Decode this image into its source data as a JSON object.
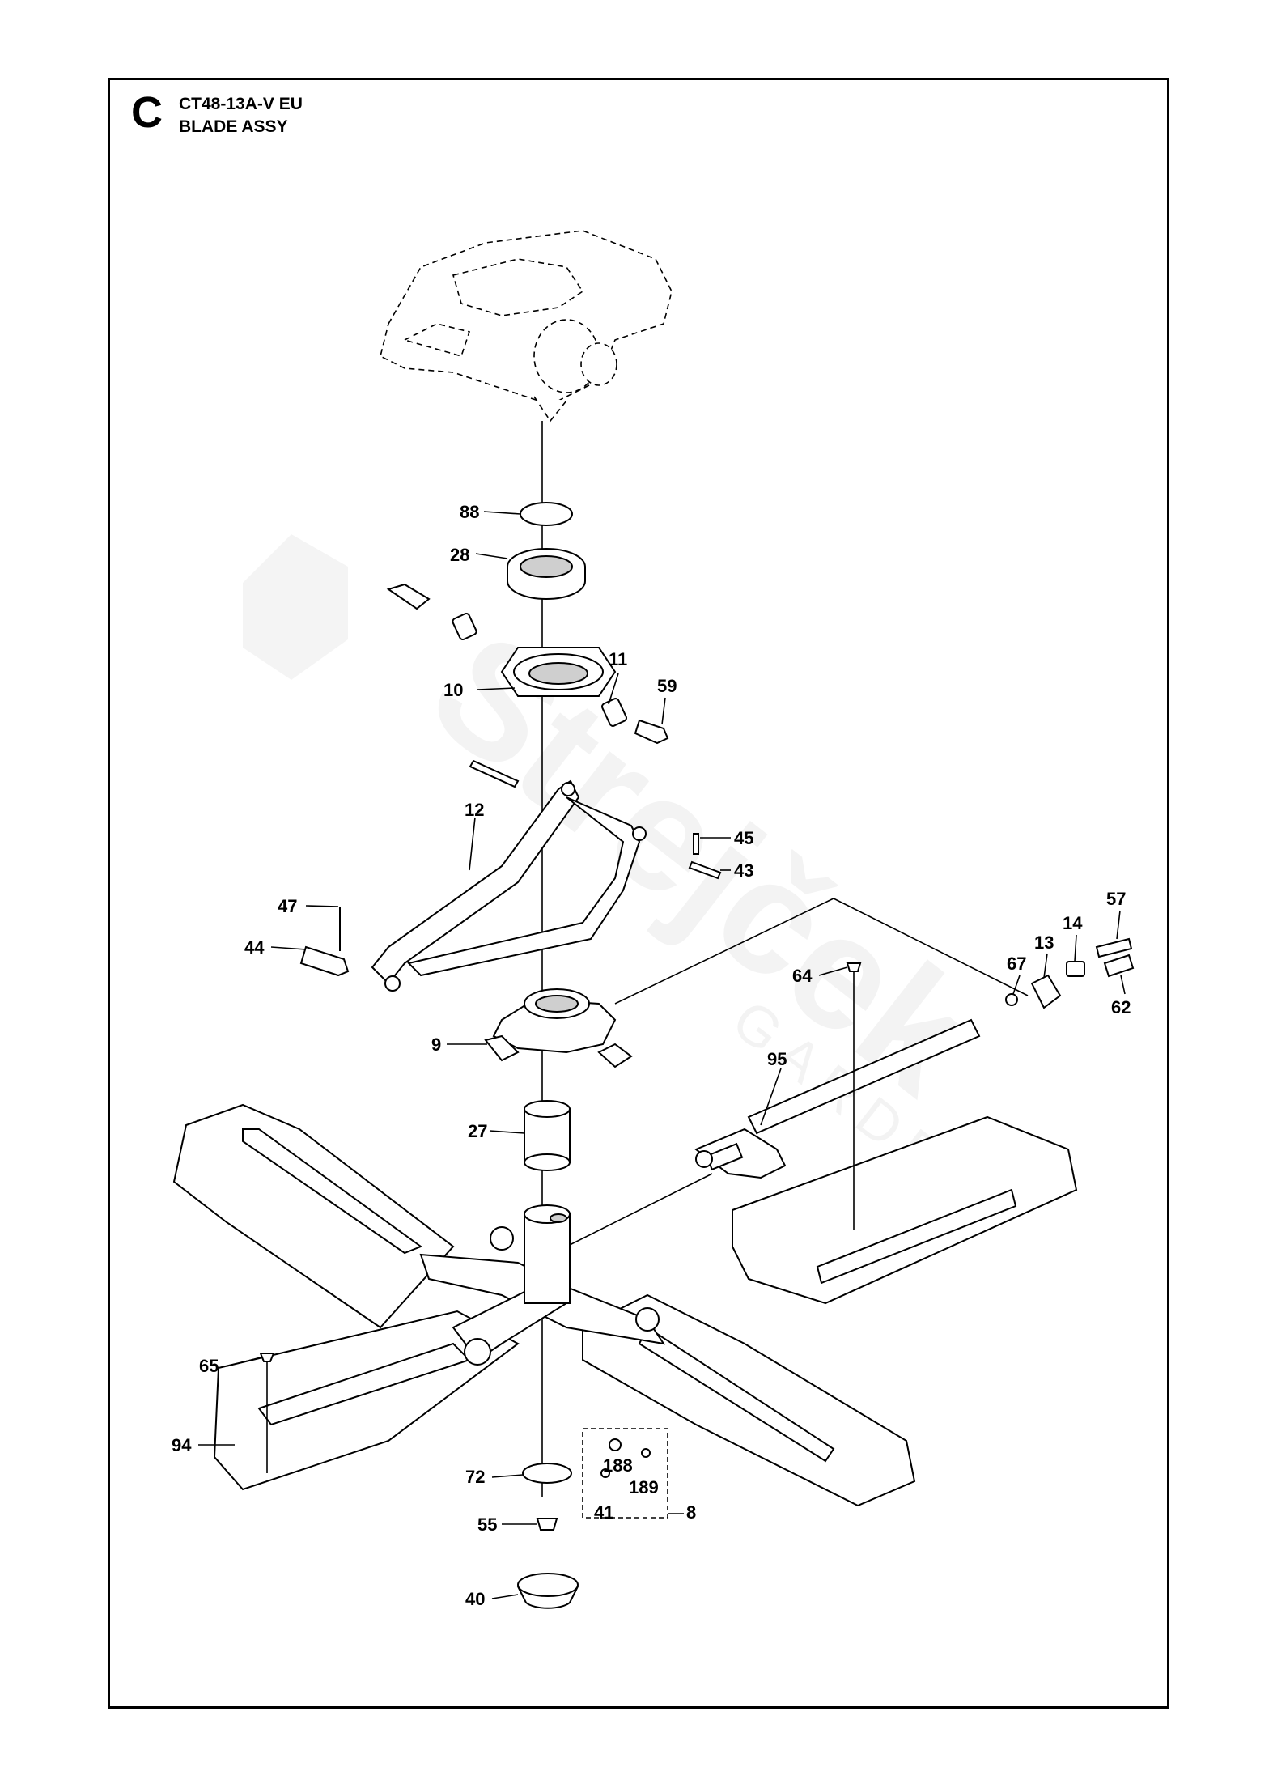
{
  "header": {
    "section_letter": "C",
    "model": "CT48-13A-V EU",
    "assembly": "BLADE ASSY"
  },
  "watermark": {
    "text": "Strejček",
    "subtext": "GARDEN"
  },
  "callouts": [
    "88",
    "28",
    "11",
    "10",
    "59",
    "12",
    "45",
    "43",
    "47",
    "44",
    "57",
    "14",
    "13",
    "67",
    "62",
    "64",
    "9",
    "95",
    "27",
    "65",
    "94",
    "188",
    "189",
    "72",
    "41",
    "8",
    "55",
    "40"
  ]
}
